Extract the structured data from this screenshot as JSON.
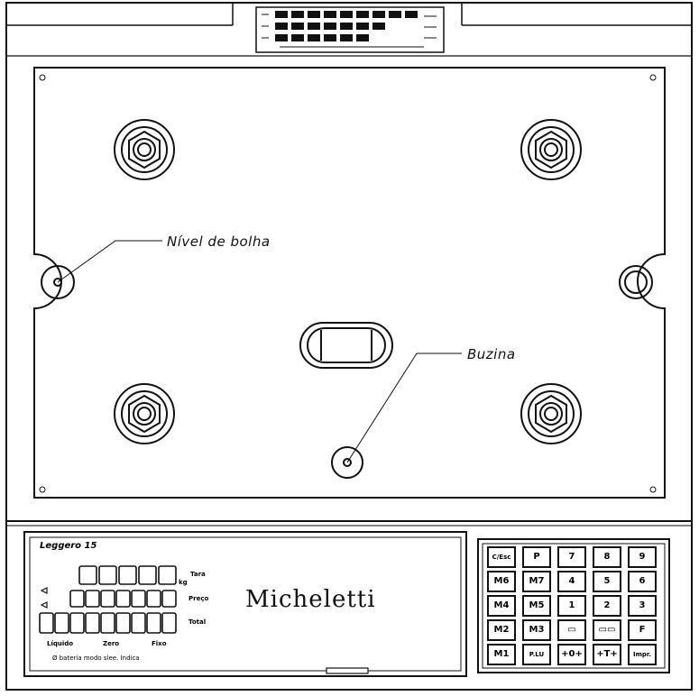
{
  "callouts": {
    "bubble_level": "Nível de bolha",
    "buzzer": "Buzina"
  },
  "display_panel": {
    "model": "Leggero 15",
    "brand": "Micheletti",
    "rows": {
      "tare": "Tara",
      "price": "Preço",
      "total": "Total"
    },
    "unit": "kg",
    "bottom_labels": {
      "net": "Líquido",
      "zero": "Zero",
      "fixed": "Fixo"
    },
    "footer_note": "Ø batería modo slee. Indica"
  },
  "keypad": {
    "rows": [
      [
        "C/Esc",
        "P",
        "7",
        "8",
        "9"
      ],
      [
        "M6",
        "M7",
        "4",
        "5",
        "6"
      ],
      [
        "M4",
        "M5",
        "1",
        "2",
        "3"
      ],
      [
        "M2",
        "M3",
        "▭",
        "▭▭",
        "F"
      ],
      [
        "M1",
        "P.LU",
        "+0+",
        "+T+",
        "Impr."
      ]
    ]
  }
}
